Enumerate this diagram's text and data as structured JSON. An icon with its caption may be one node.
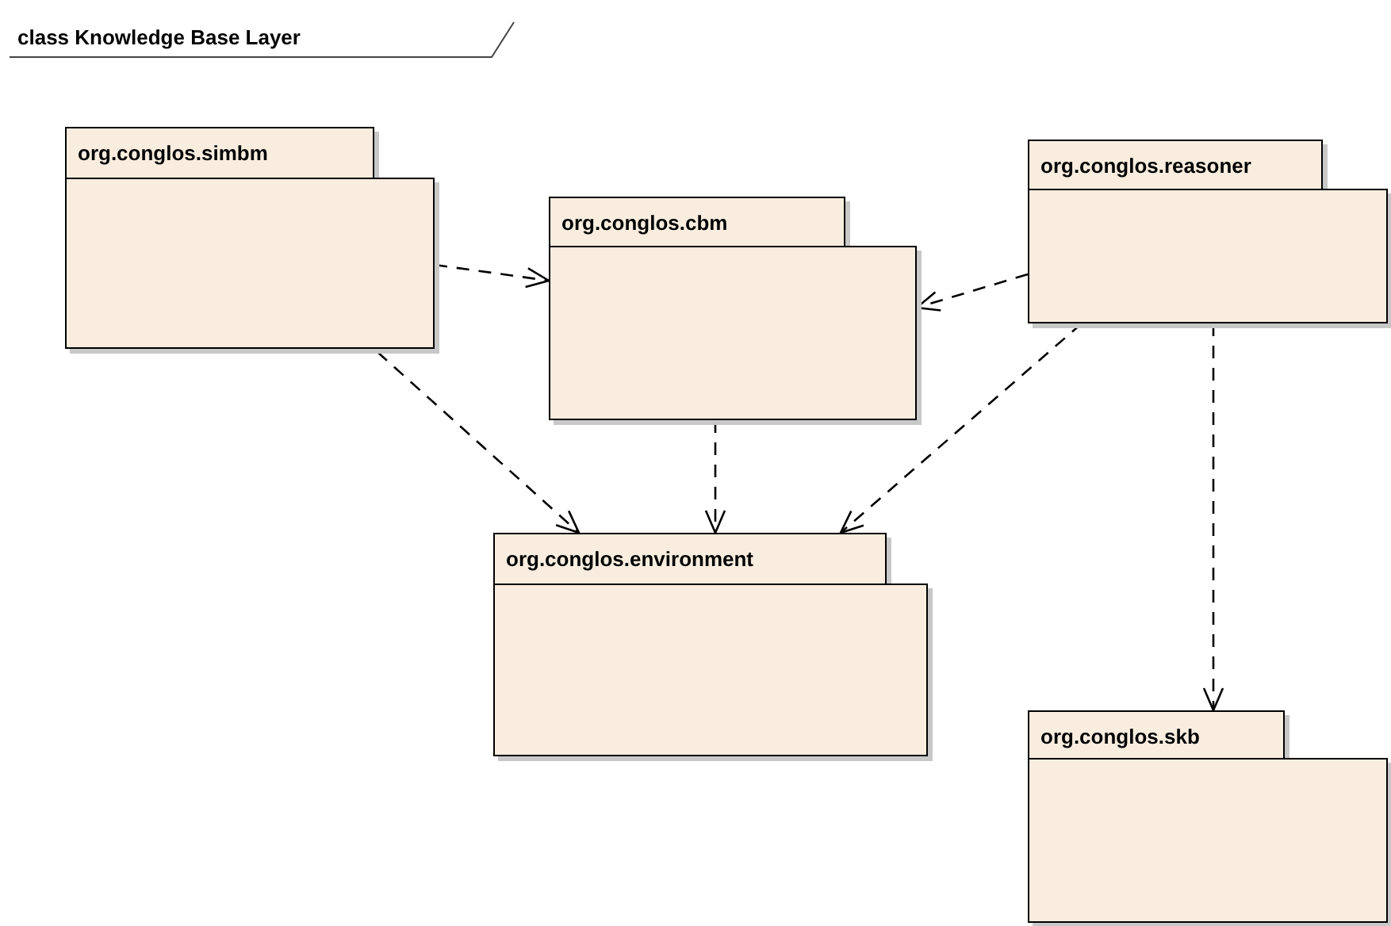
{
  "diagram": {
    "title": "class Knowledge Base Layer",
    "nodes": [
      {
        "text": [
          "org.conglos.simbm"
        ]
      },
      {
        "text": [
          "org.conglos.cbm"
        ]
      },
      {
        "text": [
          "org.conglos.reasoner"
        ]
      },
      {
        "text": [
          "org.conglos.environment"
        ]
      },
      {
        "text": [
          "org.conglos.skb"
        ]
      }
    ],
    "edges": [
      {
        "from": 0,
        "to": 1,
        "arrow": "to",
        "style": "dashed"
      },
      {
        "from": 0,
        "to": 3,
        "arrow": "to",
        "style": "dashed"
      },
      {
        "from": 1,
        "to": 3,
        "arrow": "to",
        "style": "dashed"
      },
      {
        "from": 2,
        "to": 1,
        "arrow": "to",
        "style": "dashed"
      },
      {
        "from": 2,
        "to": 3,
        "arrow": "to",
        "style": "dashed"
      },
      {
        "from": 2,
        "to": 4,
        "arrow": "to",
        "style": "dashed"
      }
    ]
  }
}
